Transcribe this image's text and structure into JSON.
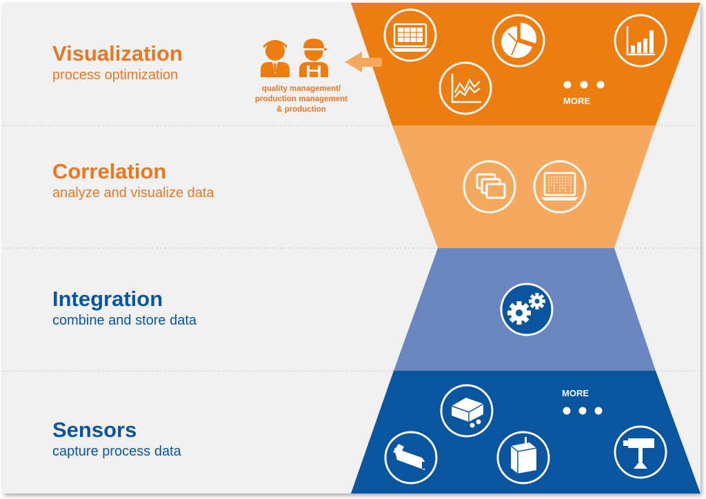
{
  "layers": [
    {
      "title": "Visualization",
      "subtitle": "process optimization"
    },
    {
      "title": "Correlation",
      "subtitle": "analyze and visualize data"
    },
    {
      "title": "Integration",
      "subtitle": "combine and store data"
    },
    {
      "title": "Sensors",
      "subtitle": "capture process data"
    }
  ],
  "roles_caption": [
    "quality management/",
    "production management",
    "& production"
  ],
  "more_labels": {
    "visualization": "MORE",
    "sensors": "MORE"
  },
  "colors": {
    "visualization": "#ee7d11",
    "correlation": "#f5a95e",
    "integration": "#6a86c1",
    "sensors": "#0a55a0",
    "title_orange": "#e87722",
    "title_blue": "#0a55a0",
    "background": "#f0f0f1"
  },
  "icons": {
    "visualization": [
      "spreadsheet-monitor-icon",
      "line-chart-icon",
      "pie-chart-icon",
      "bar-chart-icon"
    ],
    "correlation": [
      "stacked-windows-icon",
      "data-stream-laptop-icon"
    ],
    "integration": [
      "gears-icon"
    ],
    "sensors": [
      "laser-scanner-icon",
      "sensor-box-icon",
      "cube-sensor-icon",
      "camera-sensor-icon"
    ],
    "roles": [
      "manager-person-icon",
      "worker-person-icon"
    ]
  }
}
